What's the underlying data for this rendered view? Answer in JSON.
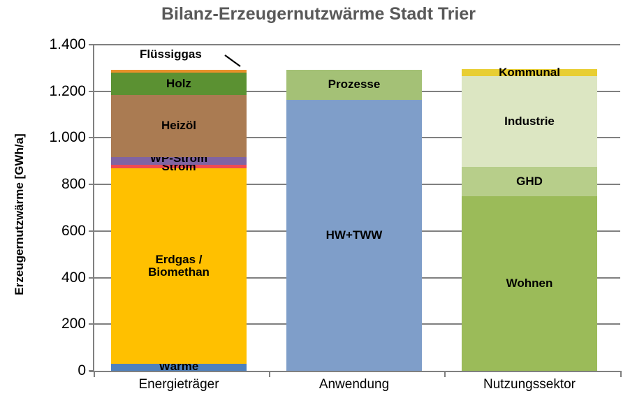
{
  "chart_data": {
    "type": "bar",
    "subtype": "stacked-column",
    "title": "Bilanz-Erzeugernutzwärme Stadt Trier",
    "xlabel": "",
    "ylabel": "Erzeugernutzwärme [GWh/a]",
    "ylim": [
      0,
      1400
    ],
    "ytick_labels": [
      "0",
      "200",
      "400",
      "600",
      "800",
      "1.000",
      "1.200",
      "1.400"
    ],
    "ytick_values": [
      0,
      200,
      400,
      600,
      800,
      1000,
      1200,
      1400
    ],
    "grid": true,
    "legend": "none (segments labelled in place)",
    "categories": [
      "Energieträger",
      "Anwendung",
      "Nutzungssektor"
    ],
    "stacks": [
      {
        "category": "Energieträger",
        "total": 1293,
        "segments": [
          {
            "name": "Wärme",
            "value": 30,
            "color": "#4F81BD",
            "label_shown": true
          },
          {
            "name": "Erdgas /\nBiomethan",
            "value": 840,
            "color": "#FFC000",
            "label_shown": true
          },
          {
            "name": "Strom",
            "value": 15,
            "color": "#F04B52",
            "label_shown": true
          },
          {
            "name": "WP-Strom",
            "value": 33,
            "color": "#8064A2",
            "label_shown": true
          },
          {
            "name": "Heizöl",
            "value": 267,
            "color": "#AA7B52",
            "label_shown": true
          },
          {
            "name": "Holz",
            "value": 96,
            "color": "#5B9132",
            "label_shown": true
          },
          {
            "name": "Flüssiggas",
            "value": 12,
            "color": "#E8912B",
            "label_shown": false
          }
        ]
      },
      {
        "category": "Anwendung",
        "total": 1293,
        "segments": [
          {
            "name": "HW+TWW",
            "value": 1163,
            "color": "#7F9EC9",
            "label_shown": true
          },
          {
            "name": "Prozesse",
            "value": 130,
            "color": "#A4C176",
            "label_shown": true
          }
        ]
      },
      {
        "category": "Nutzungssektor",
        "total": 1296,
        "segments": [
          {
            "name": "Wohnen",
            "value": 749,
            "color": "#9BBB59",
            "label_shown": true
          },
          {
            "name": "GHD",
            "value": 126,
            "color": "#B7CE8A",
            "label_shown": true
          },
          {
            "name": "Industrie",
            "value": 391,
            "color": "#DCE6C2",
            "label_shown": true
          },
          {
            "name": "Kommunal",
            "value": 30,
            "color": "#E8CE32",
            "label_shown": true
          }
        ]
      }
    ],
    "annotations": [
      {
        "name": "flüssiggas-callout",
        "text": "Flüssiggas",
        "points_to": "Flüssiggas segment of Energieträger bar"
      }
    ],
    "colors": {
      "title": "#595959",
      "axis": "#808080",
      "grid": "#808080",
      "text": "#000000",
      "background": "#FFFFFF"
    }
  }
}
